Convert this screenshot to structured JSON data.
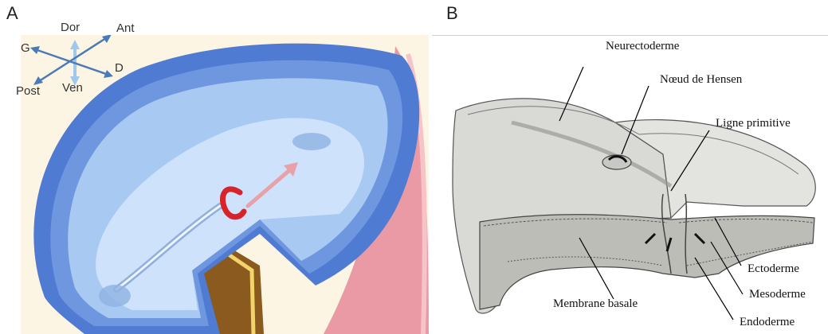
{
  "panels": {
    "a": {
      "letter": "A"
    },
    "b": {
      "letter": "B"
    }
  },
  "axes": {
    "dor": "Dor",
    "ant": "Ant",
    "g": "G",
    "d": "D",
    "post": "Post",
    "ven": "Ven"
  },
  "labels": {
    "neurectoderme": "Neurectoderme",
    "noeud": "Nœud de Hensen",
    "ligne": "Ligne primitive",
    "ectoderme": "Ectoderme",
    "mesoderme": "Mesoderme",
    "endoderme": "Endoderme",
    "membrane": "Membrane basale"
  },
  "colors": {
    "background_a": "#fdf5e3",
    "shell_blue": "#4f7bd2",
    "inner_blue": "#bcd8f6",
    "pink": "#e99aa4",
    "brown": "#8b5a1e",
    "arrow_red": "#d8232a",
    "axis_blue": "#4a7ab8"
  }
}
